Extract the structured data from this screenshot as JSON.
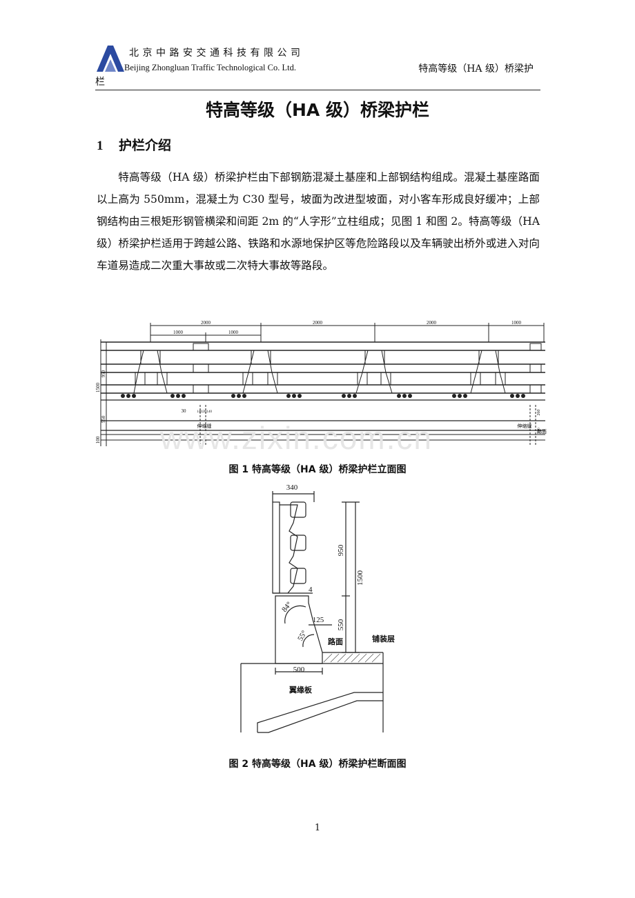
{
  "header": {
    "company_cn": "北京中路安交通科技有限公司",
    "company_en": "Beijing Zhongluan Traffic Technological Co. Ltd.",
    "doc_title_part1": "特高等级（HA 级）桥梁护",
    "doc_title_part2": "栏",
    "logo_color": "#2b4aa0"
  },
  "title": "特高等级（HA 级）桥梁护栏",
  "section": {
    "number": "1",
    "heading": "护栏介绍"
  },
  "paragraph": "特高等级（HA 级）桥梁护栏由下部钢筋混凝土基座和上部钢结构组成。混凝土基座路面以上高为 550mm，混凝土为 C30 型号，坡面为改进型坡面，对小客车形成良好缓冲；上部钢结构由三根矩形钢管横梁和间距 2m 的“人字形”立柱组成；见图 1 和图 2。特高等级（HA 级）桥梁护栏适用于跨越公路、铁路和水源地保护区等危险路段以及车辆驶出桥外或进入对向车道易造成二次重大事故或二次特大事故等路段。",
  "figure1": {
    "caption": "图 1 特高等级（HA 级）桥梁护栏立面图",
    "dims_top": [
      "2000",
      "2000",
      "2000",
      "1000"
    ],
    "dims_sub": [
      "1000",
      "1000"
    ],
    "dim_left_1": "950",
    "dim_left_2": "1500",
    "dim_left_3": "550",
    "dim_left_4": "100",
    "dim_bottom_30": "30",
    "dim_bottom_small": "140|20|140",
    "dim_right_260": "260",
    "dim_right_300": "300",
    "label_shenzhang_1": "伸缩缝",
    "label_shenzhang_2": "伸缩缝",
    "label_road": "路面"
  },
  "figure2": {
    "caption": "图 2 特高等级（HA 级）桥梁护栏断面图",
    "dim_340": "340",
    "dim_950": "950",
    "dim_1500": "1500",
    "dim_550": "550",
    "dim_500": "500",
    "dim_125": "125",
    "dim_4": "4",
    "angle_84": "84°",
    "angle_55": "55°",
    "label_road": "路面",
    "label_pavement": "铺装层",
    "label_slab": "翼缘板"
  },
  "watermark": "www.zixin.com.cn",
  "page_number": "1"
}
